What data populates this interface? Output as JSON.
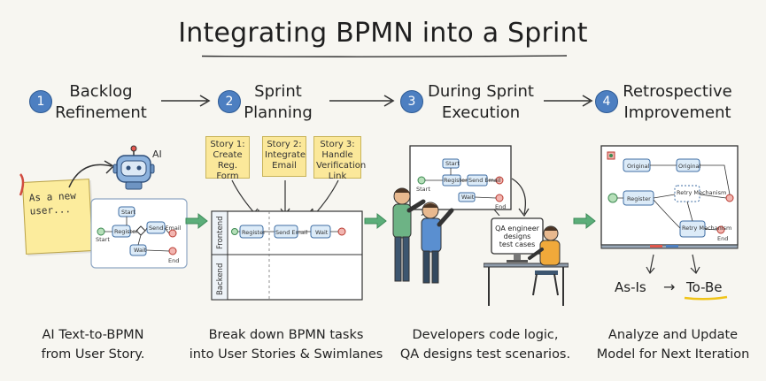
{
  "title": "Integrating BPMN into a Sprint",
  "steps": [
    {
      "number": "1",
      "title_line1": "Backlog",
      "title_line2": "Refinement",
      "caption_line1": "AI Text-to-BPMN",
      "caption_line2": "from User Story."
    },
    {
      "number": "2",
      "title_line1": "Sprint",
      "title_line2": "Planning",
      "caption_line1": "Break down BPMN tasks",
      "caption_line2": "into User Stories & Swimlanes"
    },
    {
      "number": "3",
      "title_line1": "During Sprint",
      "title_line2": "Execution",
      "caption_line1": "Developers code logic,",
      "caption_line2": "QA designs test scenarios."
    },
    {
      "number": "4",
      "title_line1": "Retrospective",
      "title_line2": "Improvement",
      "caption_line1": "Analyze and Update",
      "caption_line2": "Model for Next Iteration"
    }
  ],
  "step1": {
    "sticky_line1": "As a new",
    "sticky_line2": "user...",
    "ai_label": "AI",
    "diagram": {
      "start": "Start",
      "register": "Register",
      "send_email": "Send Email",
      "wait": "Wait",
      "end": "End",
      "task_top": "Start"
    }
  },
  "step2": {
    "stories": [
      {
        "l1": "Story 1:",
        "l2": "Create",
        "l3": "Reg.",
        "l4": "Form"
      },
      {
        "l1": "Story 2:",
        "l2": "Integrate",
        "l3": "Email",
        "l4": ""
      },
      {
        "l1": "Story 3:",
        "l2": "Handle",
        "l3": "Verification",
        "l4": "Link"
      }
    ],
    "lanes": [
      "Frontend",
      "Backend"
    ],
    "tasks": [
      "Register",
      "Send Email",
      "Wait"
    ]
  },
  "step3": {
    "board": {
      "start": "Start",
      "register": "Register",
      "send_email": "Send Email",
      "wait": "Wait",
      "end": "End",
      "top": "Start"
    },
    "monitor_line1": "QA engineer",
    "monitor_line2": "designs",
    "monitor_line3": "test cases"
  },
  "step4": {
    "board": {
      "original_top": "Original",
      "original_mid": "Original",
      "register": "Register",
      "retry1": "Retry Mechanism",
      "retry2": "Retry Mechanism",
      "end": "End"
    },
    "as_is": "As-Is",
    "arrow": "→",
    "to_be": "To-Be"
  },
  "colors": {
    "accent_blue": "#4d7fc1",
    "green_arrow": "#5cae7a",
    "sticky": "#fcec9d",
    "underline": "#f0c419"
  }
}
